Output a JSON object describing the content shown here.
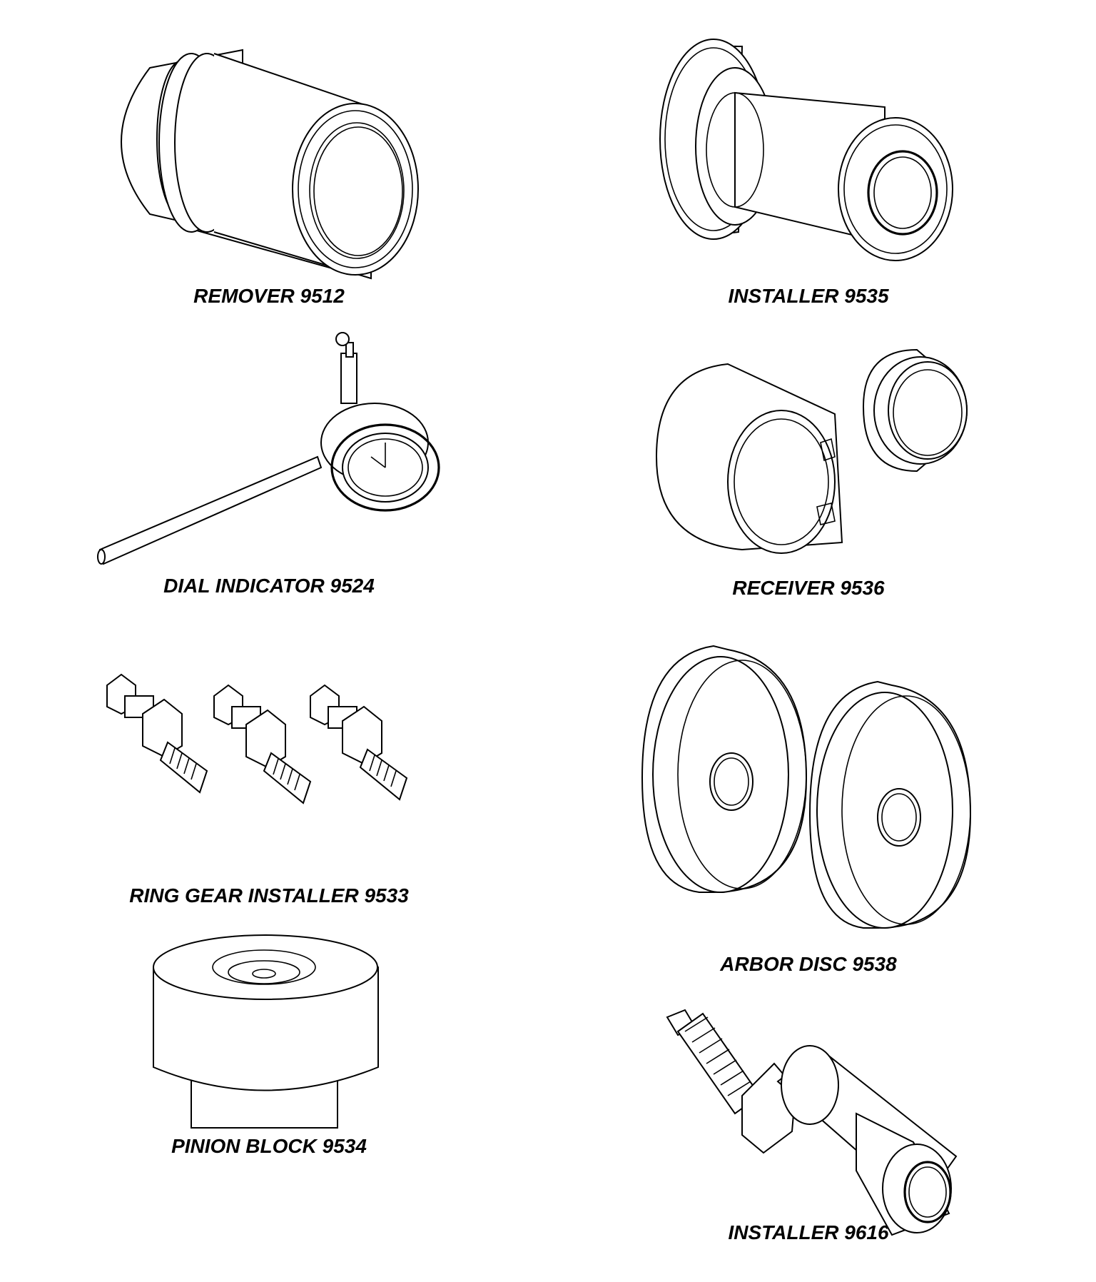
{
  "tools": [
    {
      "id": "remover-9512",
      "label": "REMOVER 9512"
    },
    {
      "id": "installer-9535",
      "label": "INSTALLER 9535"
    },
    {
      "id": "dial-indicator-9524",
      "label": "DIAL INDICATOR 9524"
    },
    {
      "id": "receiver-9536",
      "label": "RECEIVER 9536"
    },
    {
      "id": "ring-gear-installer-9533",
      "label": "RING GEAR INSTALLER 9533"
    },
    {
      "id": "arbor-disc-9538",
      "label": "ARBOR DISC 9538"
    },
    {
      "id": "pinion-block-9534",
      "label": "PINION BLOCK 9534"
    },
    {
      "id": "installer-9616",
      "label": "INSTALLER 9616"
    }
  ]
}
